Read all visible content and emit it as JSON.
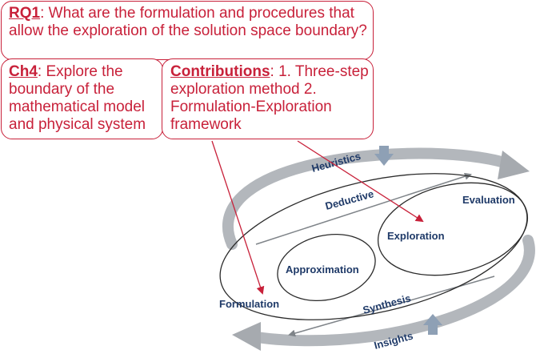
{
  "rq": {
    "label": "RQ1",
    "text": ": What are the formulation and procedures that allow the exploration of the solution space boundary?"
  },
  "chapter": {
    "label": "Ch4",
    "text": ": Explore the boundary of the mathematical model and physical system"
  },
  "contributions": {
    "label": "Contributions",
    "text": ": 1. Three-step exploration method 2. Formulation-Exploration framework"
  },
  "diagram": {
    "heuristics": "Heuristics",
    "deductive": "Deductive",
    "evaluation": "Evaluation",
    "exploration": "Exploration",
    "approximation": "Approximation",
    "formulation": "Formulation",
    "synthesis": "Synthesis",
    "insights": "Insights"
  },
  "colors": {
    "accent": "#c8213a",
    "label": "#1f3a68",
    "arrow": "#a6aaaf"
  }
}
